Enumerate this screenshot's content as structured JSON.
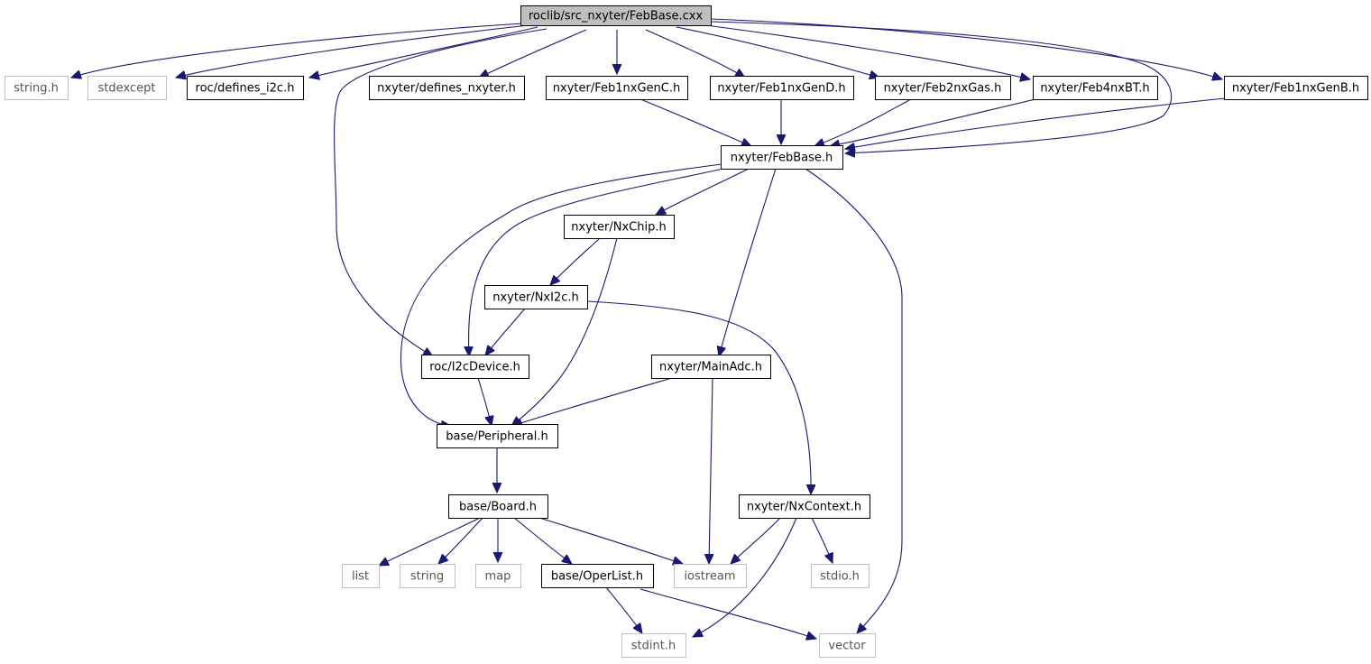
{
  "graph": {
    "root": "roclib/src_nxyter/FebBase.cxx",
    "colors": {
      "edge": "#191970",
      "root_fill": "#bfbfbf",
      "project_border": "#000000",
      "system_border": "#bfbfbf",
      "system_text": "#555555"
    },
    "nodes": [
      {
        "id": "root",
        "label": "roclib/src_nxyter/FebBase.cxx",
        "kind": "root"
      },
      {
        "id": "string_h",
        "label": "string.h",
        "kind": "system"
      },
      {
        "id": "stdexcept",
        "label": "stdexcept",
        "kind": "system"
      },
      {
        "id": "defines_i2c",
        "label": "roc/defines_i2c.h",
        "kind": "project"
      },
      {
        "id": "defines_nxyter",
        "label": "nxyter/defines_nxyter.h",
        "kind": "project"
      },
      {
        "id": "genC",
        "label": "nxyter/Feb1nxGenC.h",
        "kind": "project"
      },
      {
        "id": "genD",
        "label": "nxyter/Feb1nxGenD.h",
        "kind": "project"
      },
      {
        "id": "gas",
        "label": "nxyter/Feb2nxGas.h",
        "kind": "project"
      },
      {
        "id": "bt",
        "label": "nxyter/Feb4nxBT.h",
        "kind": "project"
      },
      {
        "id": "genB",
        "label": "nxyter/Feb1nxGenB.h",
        "kind": "project"
      },
      {
        "id": "febbase",
        "label": "nxyter/FebBase.h",
        "kind": "project"
      },
      {
        "id": "nxchip",
        "label": "nxyter/NxChip.h",
        "kind": "project"
      },
      {
        "id": "nxi2c",
        "label": "nxyter/NxI2c.h",
        "kind": "project"
      },
      {
        "id": "i2cdevice",
        "label": "roc/I2cDevice.h",
        "kind": "project"
      },
      {
        "id": "mainadc",
        "label": "nxyter/MainAdc.h",
        "kind": "project"
      },
      {
        "id": "peripheral",
        "label": "base/Peripheral.h",
        "kind": "project"
      },
      {
        "id": "board",
        "label": "base/Board.h",
        "kind": "project"
      },
      {
        "id": "nxcontext",
        "label": "nxyter/NxContext.h",
        "kind": "project"
      },
      {
        "id": "list",
        "label": "list",
        "kind": "system"
      },
      {
        "id": "string",
        "label": "string",
        "kind": "system"
      },
      {
        "id": "map",
        "label": "map",
        "kind": "system"
      },
      {
        "id": "operlist",
        "label": "base/OperList.h",
        "kind": "project"
      },
      {
        "id": "iostream",
        "label": "iostream",
        "kind": "system"
      },
      {
        "id": "stdio",
        "label": "stdio.h",
        "kind": "system"
      },
      {
        "id": "stdint",
        "label": "stdint.h",
        "kind": "system"
      },
      {
        "id": "vector",
        "label": "vector",
        "kind": "system"
      }
    ],
    "edges": [
      {
        "from": "root",
        "to": "string_h"
      },
      {
        "from": "root",
        "to": "stdexcept"
      },
      {
        "from": "root",
        "to": "defines_i2c"
      },
      {
        "from": "root",
        "to": "i2cdevice"
      },
      {
        "from": "root",
        "to": "defines_nxyter"
      },
      {
        "from": "root",
        "to": "genC"
      },
      {
        "from": "root",
        "to": "genD"
      },
      {
        "from": "root",
        "to": "gas"
      },
      {
        "from": "root",
        "to": "bt"
      },
      {
        "from": "root",
        "to": "febbase"
      },
      {
        "from": "root",
        "to": "genB"
      },
      {
        "from": "genC",
        "to": "febbase"
      },
      {
        "from": "genD",
        "to": "febbase"
      },
      {
        "from": "gas",
        "to": "febbase"
      },
      {
        "from": "bt",
        "to": "febbase"
      },
      {
        "from": "genB",
        "to": "febbase"
      },
      {
        "from": "febbase",
        "to": "nxchip"
      },
      {
        "from": "febbase",
        "to": "i2cdevice"
      },
      {
        "from": "febbase",
        "to": "peripheral"
      },
      {
        "from": "febbase",
        "to": "mainadc"
      },
      {
        "from": "febbase",
        "to": "vector"
      },
      {
        "from": "nxchip",
        "to": "nxi2c"
      },
      {
        "from": "nxchip",
        "to": "peripheral"
      },
      {
        "from": "nxi2c",
        "to": "i2cdevice"
      },
      {
        "from": "nxi2c",
        "to": "nxcontext"
      },
      {
        "from": "i2cdevice",
        "to": "peripheral"
      },
      {
        "from": "mainadc",
        "to": "peripheral"
      },
      {
        "from": "mainadc",
        "to": "iostream"
      },
      {
        "from": "peripheral",
        "to": "board"
      },
      {
        "from": "board",
        "to": "list"
      },
      {
        "from": "board",
        "to": "string"
      },
      {
        "from": "board",
        "to": "map"
      },
      {
        "from": "board",
        "to": "operlist"
      },
      {
        "from": "board",
        "to": "iostream"
      },
      {
        "from": "nxcontext",
        "to": "iostream"
      },
      {
        "from": "nxcontext",
        "to": "stdio"
      },
      {
        "from": "nxcontext",
        "to": "stdint"
      },
      {
        "from": "operlist",
        "to": "stdint"
      },
      {
        "from": "operlist",
        "to": "vector"
      }
    ]
  }
}
